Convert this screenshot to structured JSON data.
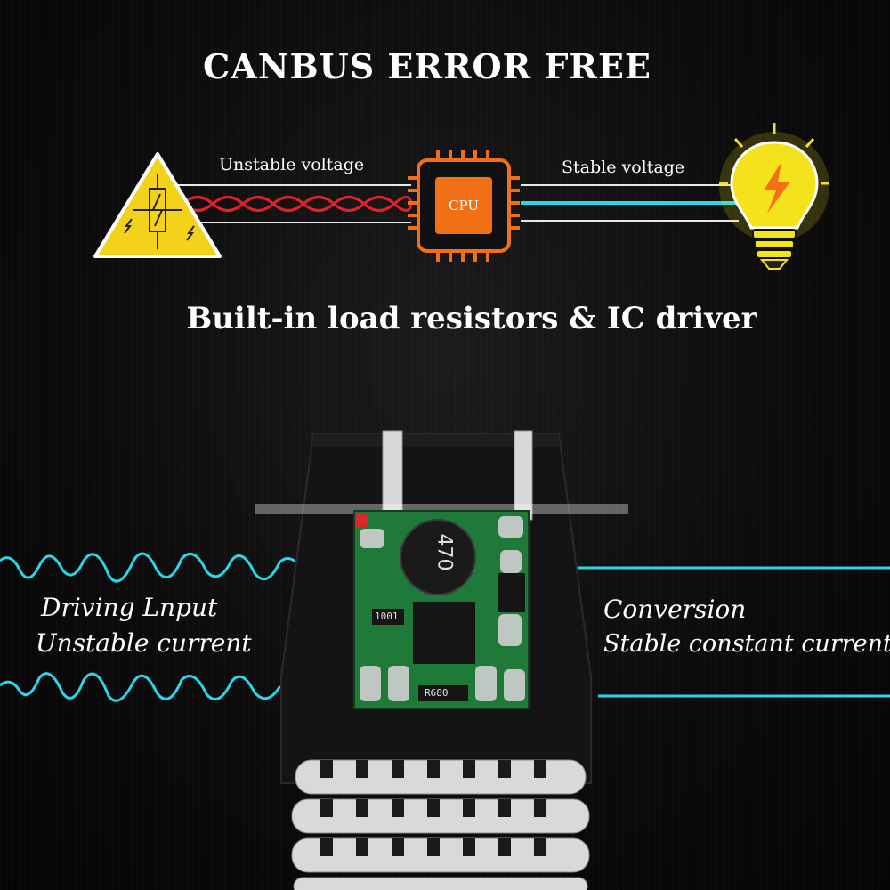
{
  "header": {
    "title": "CANBUS ERROR FREE",
    "subtitle": "Built-in load resistors & IC driver"
  },
  "diagram": {
    "unstable_voltage_label": "Unstable voltage",
    "stable_voltage_label": "Stable voltage",
    "cpu_label": "CPU"
  },
  "left_panel": {
    "line1": "Driving Lnput",
    "line2": "Unstable current"
  },
  "right_panel": {
    "line1": "Conversion",
    "line2": "Stable constant current"
  },
  "pcb": {
    "inductor_code": "470",
    "resistor_code": "1001",
    "chip_code": "R680"
  },
  "colors": {
    "background": "#0a0a0a",
    "warning_yellow": "#f2d21b",
    "cpu_orange": "#f36f16",
    "signal_red": "#e5202a",
    "signal_cyan": "#2ad7e8",
    "bulb_yellow": "#f4e21a",
    "pcb_green": "#1f7a3a"
  }
}
